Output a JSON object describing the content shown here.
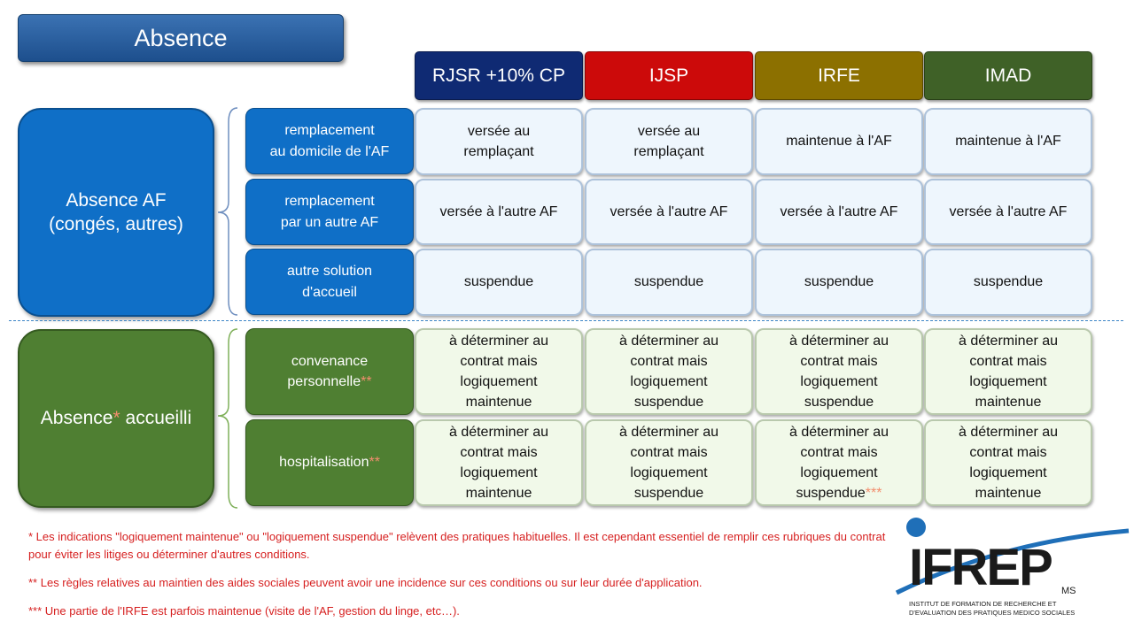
{
  "slide_title": "Absence",
  "columns": [
    {
      "label": "RJSR +10% CP",
      "color": "#0f2a73"
    },
    {
      "label": "IJSP",
      "color": "#cc0a0a"
    },
    {
      "label": "IRFE",
      "color": "#8c7000"
    },
    {
      "label": "IMAD",
      "color": "#3f6127"
    }
  ],
  "groups": [
    {
      "label_lines": [
        "Absence AF",
        "(congés, autres)"
      ],
      "color": "#0f6fc7",
      "rows": [
        {
          "label_lines": [
            "remplacement",
            "au domicile de l'AF"
          ],
          "cells": [
            [
              "versée au",
              "remplaçant"
            ],
            [
              "versée au",
              "remplaçant"
            ],
            [
              "maintenue à l'AF"
            ],
            [
              "maintenue à l'AF"
            ]
          ]
        },
        {
          "label_lines": [
            "remplacement",
            "par un autre AF"
          ],
          "cells": [
            [
              "versée à l'autre AF"
            ],
            [
              "versée à l'autre AF"
            ],
            [
              "versée à l'autre AF"
            ],
            [
              "versée à l'autre AF"
            ]
          ]
        },
        {
          "label_lines": [
            "autre solution",
            "d'accueil"
          ],
          "cells": [
            [
              "suspendue"
            ],
            [
              "suspendue"
            ],
            [
              "suspendue"
            ],
            [
              "suspendue"
            ]
          ]
        }
      ]
    },
    {
      "label_main": "Absence",
      "label_star": "*",
      "label_rest": " accueilli",
      "color": "#4f7f32",
      "rows": [
        {
          "label_lines": [
            "convenance",
            "personnelle"
          ],
          "label_star": "**",
          "cells": [
            [
              "à déterminer au",
              "contrat mais",
              "logiquement",
              "maintenue"
            ],
            [
              "à déterminer au",
              "contrat mais",
              "logiquement",
              "suspendue"
            ],
            [
              "à déterminer au",
              "contrat mais",
              "logiquement",
              "suspendue"
            ],
            [
              "à déterminer au",
              "contrat mais",
              "logiquement",
              "maintenue"
            ]
          ]
        },
        {
          "label_lines": [
            "hospitalisation"
          ],
          "label_star": "**",
          "cells": [
            [
              "à déterminer au",
              "contrat mais",
              "logiquement",
              "maintenue"
            ],
            [
              "à déterminer au",
              "contrat mais",
              "logiquement",
              "suspendue"
            ],
            [
              "à déterminer au",
              "contrat mais",
              "logiquement",
              "suspendue"
            ],
            [
              "à déterminer au",
              "contrat mais",
              "logiquement",
              "maintenue"
            ]
          ],
          "cell_stars": [
            "",
            "",
            "***",
            ""
          ]
        }
      ]
    }
  ],
  "notes": [
    "* Les indications \"logiquement maintenue\" ou \"logiquement suspendue\" relèvent des pratiques habituelles. Il est cependant essentiel de remplir ces rubriques du contrat pour éviter les litiges ou déterminer d'autres conditions.",
    "** Les règles relatives au maintien des aides sociales peuvent avoir une incidence sur ces conditions ou sur leur durée d'application.",
    "*** Une partie de l'IRFE est parfois maintenue (visite de l'AF, gestion du linge, etc…)."
  ],
  "logo": {
    "name": "IFREP",
    "suffix": "MS",
    "tagline_1": "INSTITUT DE FORMATION DE RECHERCHE ET",
    "tagline_2": "D'EVALUATION DES PRATIQUES MEDICO SOCIALES"
  }
}
